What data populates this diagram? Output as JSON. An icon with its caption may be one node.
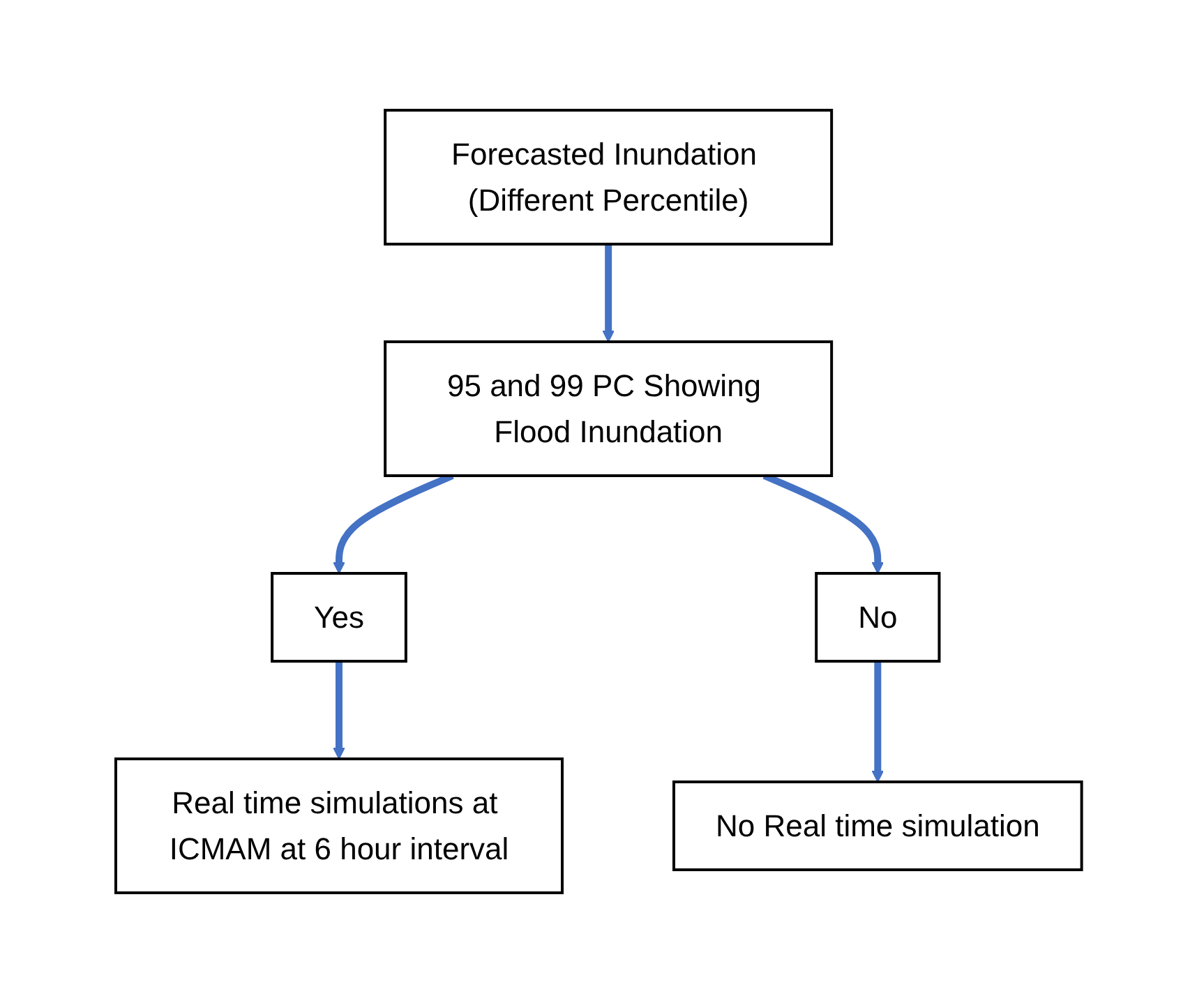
{
  "diagram": {
    "nodes": [
      {
        "text": [
          "Forecasted Inundation (Different Percentile)"
        ]
      },
      {
        "text": [
          "95 and 99 PC Showing Flood Inundation"
        ]
      },
      {
        "text": [
          "Yes"
        ]
      },
      {
        "text": [
          "No"
        ]
      },
      {
        "text": [
          "Real time simulations at ICMAM at 6 hour interval"
        ]
      },
      {
        "text": [
          "No Real time simulation"
        ]
      }
    ],
    "edges": [
      {
        "from": 0,
        "to": 1,
        "arrow": "to"
      },
      {
        "from": 1,
        "to": 2,
        "arrow": "to"
      },
      {
        "from": 1,
        "to": 3,
        "arrow": "to"
      },
      {
        "from": 2,
        "to": 4,
        "arrow": "to"
      },
      {
        "from": 3,
        "to": 5,
        "arrow": "to"
      }
    ]
  }
}
